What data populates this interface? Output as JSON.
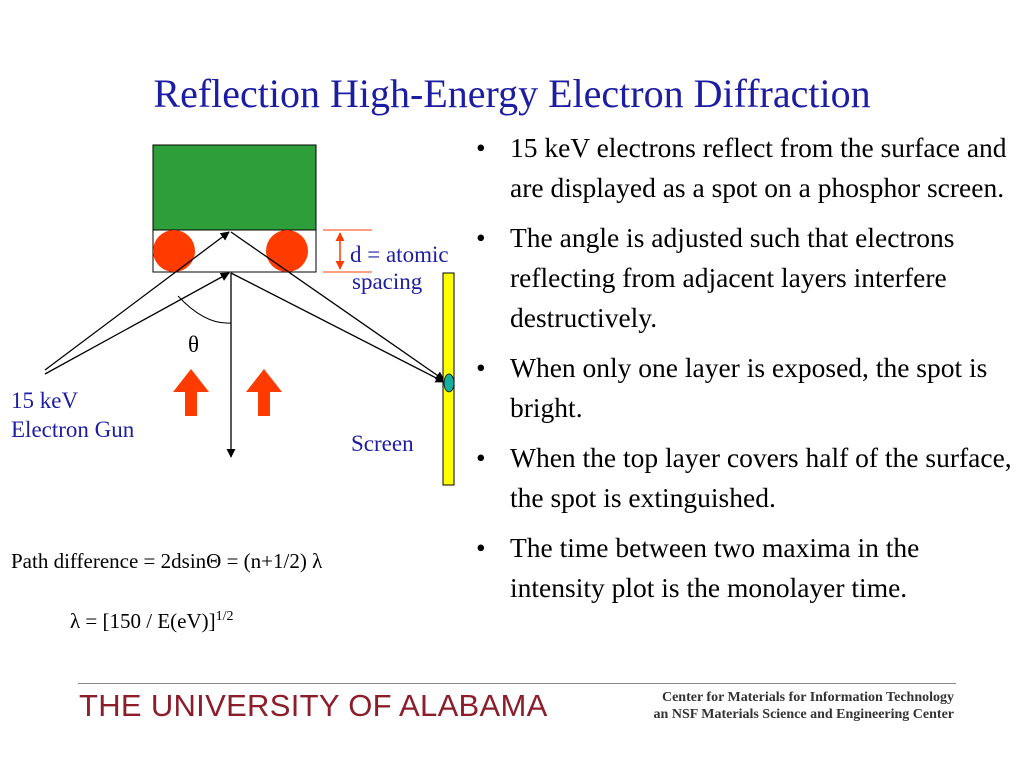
{
  "title": "Reflection High-Energy Electron Diffraction",
  "diagram": {
    "d_label_line1": "d = atomic",
    "d_label_line2": "spacing",
    "theta": "θ",
    "gun_line1": "15 keV",
    "gun_line2": "Electron Gun",
    "screen": "Screen",
    "colors": {
      "substrate": "#2e9e3a",
      "atoms": "#ff3b00",
      "screen": "#ffff00",
      "spot": "#13b0a0",
      "arrows": "#ff3b00",
      "text": "#1d1da3"
    }
  },
  "equations": {
    "path_difference": "Path difference = 2dsinΘ = (n+1/2) λ",
    "wavelength_main": "λ = [150 / E(eV)]",
    "wavelength_exp": "1/2"
  },
  "bullets": [
    "15 keV electrons reflect from the surface and are displayed as a spot on a phosphor screen.",
    "The angle is adjusted such that electrons reflecting from adjacent layers interfere destructively.",
    "When only one layer is exposed, the spot is bright.",
    "When the top layer covers half of the surface, the spot is extinguished.",
    "The time between two maxima in the intensity plot is the monolayer time."
  ],
  "bullet_char": "•",
  "footer": {
    "university": "THE UNIVERSITY OF ALABAMA",
    "center_line1": "Center for Materials for Information Technology",
    "center_line2": "an NSF Materials Science and Engineering Center"
  }
}
